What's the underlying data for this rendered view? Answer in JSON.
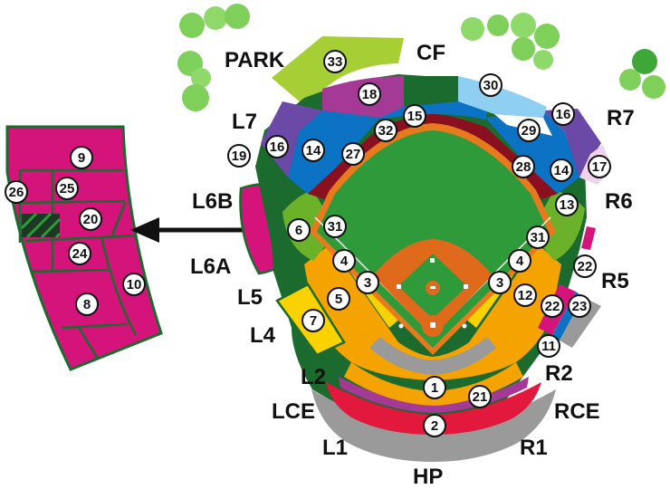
{
  "colors": {
    "outfield_grass": "#2e9a3a",
    "infield_dirt": "#e06a1c",
    "warning_track": "#e87a1e",
    "stand_outline": "#1b6a2e",
    "seat_orange": "#f4a300",
    "seat_yellow": "#fad200",
    "seat_magenta": "#d4147a",
    "seat_purple": "#6a4aa6",
    "seat_blue": "#0b72c4",
    "seat_lightblue": "#8fd0f2",
    "seat_darkred": "#8a1020",
    "seat_green": "#6bb22a",
    "park_green": "#a6cf36",
    "seat_grey": "#9a9a9a",
    "seat_red": "#e2183c",
    "seat_pink_violet": "#a43a96",
    "tree_green": "#7ed05a"
  },
  "area_labels": {
    "park": "PARK",
    "cf": "CF",
    "l7": "L7",
    "r7": "R7",
    "l6b": "L6B",
    "r6": "R6",
    "l6a": "L6A",
    "l5": "L5",
    "r5": "R5",
    "l4": "L4",
    "l2": "L2",
    "r2": "R2",
    "lce": "LCE",
    "rce": "RCE",
    "l1": "L1",
    "r1": "R1",
    "hp": "HP"
  },
  "section_numbers": {
    "n33": "33",
    "n18": "18",
    "n30": "30",
    "n15": "15",
    "n32": "32",
    "n16_left": "16",
    "n14_left": "14",
    "n27": "27",
    "n19": "19",
    "n16_right": "16",
    "n29": "29",
    "n28": "28",
    "n14_right": "14",
    "n17": "17",
    "n13": "13",
    "n6": "6",
    "n31_left": "31",
    "n31_right": "31",
    "n4_left": "4",
    "n3_left": "3",
    "n5": "5",
    "n7": "7",
    "n4_right": "4",
    "n3_right": "3",
    "n12": "12",
    "n22_r5": "22",
    "n22": "22",
    "n23": "23",
    "n11": "11",
    "n1": "1",
    "n21": "21",
    "n2": "2",
    "inset_9": "9",
    "inset_26": "26",
    "inset_25": "25",
    "inset_20": "20",
    "inset_24": "24",
    "inset_10": "10",
    "inset_8": "8"
  }
}
